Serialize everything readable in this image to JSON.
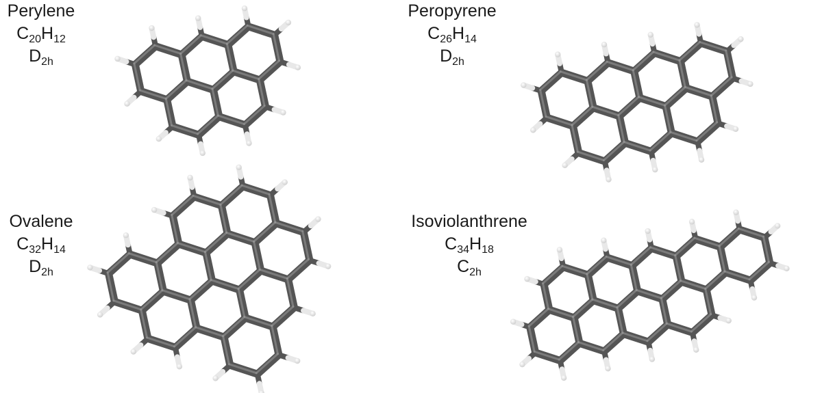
{
  "molecules": [
    {
      "name": "Perylene",
      "formula": {
        "c": "20",
        "h": "12"
      },
      "symmetry": {
        "base": "D",
        "sub": "2h"
      },
      "rings": [
        [
          0,
          0
        ],
        [
          1,
          0
        ],
        [
          0,
          -1
        ],
        [
          1,
          -1
        ],
        [
          2,
          -1
        ]
      ]
    },
    {
      "name": "Peropyrene",
      "formula": {
        "c": "26",
        "h": "14"
      },
      "symmetry": {
        "base": "D",
        "sub": "2h"
      },
      "rings": [
        [
          0,
          0
        ],
        [
          1,
          0
        ],
        [
          2,
          0
        ],
        [
          0,
          -1
        ],
        [
          1,
          -1
        ],
        [
          2,
          -1
        ],
        [
          3,
          -1
        ]
      ]
    },
    {
      "name": "Ovalene",
      "formula": {
        "c": "32",
        "h": "14"
      },
      "symmetry": {
        "base": "D",
        "sub": "2h"
      },
      "rings": [
        [
          0,
          0
        ],
        [
          1,
          0
        ],
        [
          2,
          0
        ],
        [
          0,
          -1
        ],
        [
          1,
          -1
        ],
        [
          2,
          -1
        ],
        [
          3,
          -1
        ],
        [
          1,
          1
        ],
        [
          2,
          -2
        ],
        [
          3,
          -2
        ]
      ]
    },
    {
      "name": "Isoviolanthrene",
      "formula": {
        "c": "34",
        "h": "18"
      },
      "symmetry": {
        "base": "C",
        "sub": "2h"
      },
      "rings": [
        [
          0,
          0
        ],
        [
          1,
          0
        ],
        [
          2,
          0
        ],
        [
          3,
          0
        ],
        [
          1,
          -1
        ],
        [
          2,
          -1
        ],
        [
          3,
          -1
        ],
        [
          4,
          -1
        ],
        [
          5,
          -1
        ]
      ]
    }
  ],
  "colors": {
    "carbon": "#555555",
    "carbon_highlight": "#9a9a9a",
    "hydrogen": "#e8e8e8"
  }
}
